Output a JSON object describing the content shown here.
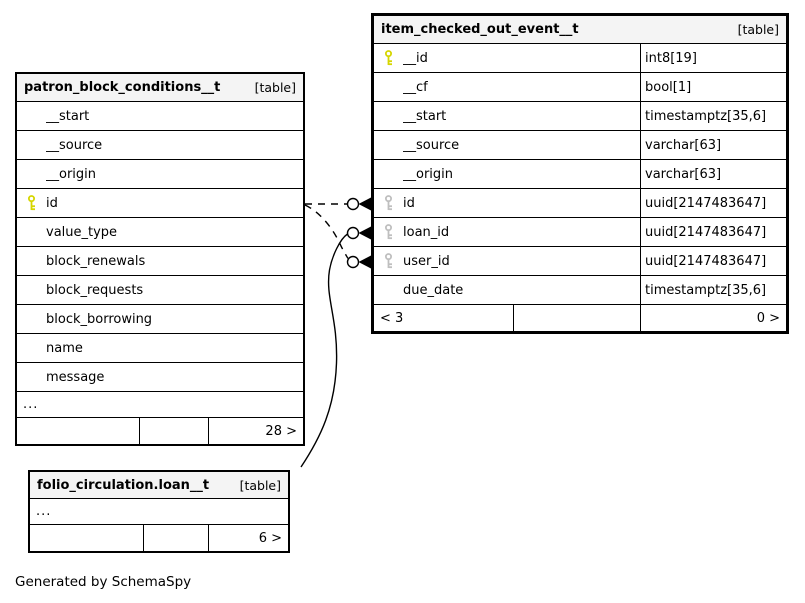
{
  "note": "Generated by SchemaSpy",
  "colors": {
    "header_bg": "#f4f4f4",
    "border": "#000000",
    "primary_key_icon": "#d6d600",
    "foreign_key_icon": "#bfbfbf"
  },
  "tables": [
    {
      "title": "patron_block_conditions__t",
      "tag": "[table]",
      "columns": [
        {
          "name": "__start"
        },
        {
          "name": "__source"
        },
        {
          "name": "__origin"
        },
        {
          "name": "id",
          "key": "primary"
        },
        {
          "name": "value_type"
        },
        {
          "name": "block_renewals"
        },
        {
          "name": "block_requests"
        },
        {
          "name": "block_borrowing"
        },
        {
          "name": "name"
        },
        {
          "name": "message"
        }
      ],
      "ellipsis": "...",
      "footer": {
        "left": "",
        "middle": "",
        "right": "28 >"
      }
    },
    {
      "title": "item_checked_out_event__t",
      "tag": "[table]",
      "columns": [
        {
          "name": "__id",
          "key": "primary",
          "type": "int8[19]"
        },
        {
          "name": "__cf",
          "type": "bool[1]"
        },
        {
          "name": "__start",
          "type": "timestamptz[35,6]"
        },
        {
          "name": "__source",
          "type": "varchar[63]"
        },
        {
          "name": "__origin",
          "type": "varchar[63]"
        },
        {
          "name": "id",
          "key": "foreign",
          "type": "uuid[2147483647]"
        },
        {
          "name": "loan_id",
          "key": "foreign",
          "type": "uuid[2147483647]"
        },
        {
          "name": "user_id",
          "key": "foreign",
          "type": "uuid[2147483647]"
        },
        {
          "name": "due_date",
          "type": "timestamptz[35,6]"
        }
      ],
      "footer": {
        "left": "< 3",
        "middle": "",
        "right": "0 >"
      }
    },
    {
      "title": "folio_circulation.loan__t",
      "tag": "[table]",
      "ellipsis": "...",
      "footer": {
        "left": "",
        "middle": "",
        "right": "6 >"
      }
    }
  ],
  "relationships": [
    {
      "from": "patron_block_conditions__t.id",
      "to": "item_checked_out_event__t.id",
      "style": "dashed"
    },
    {
      "from": "patron_block_conditions__t.id",
      "to": "item_checked_out_event__t.user_id",
      "style": "dashed"
    },
    {
      "from": "folio_circulation.loan__t",
      "to": "item_checked_out_event__t.loan_id",
      "style": "solid"
    }
  ]
}
